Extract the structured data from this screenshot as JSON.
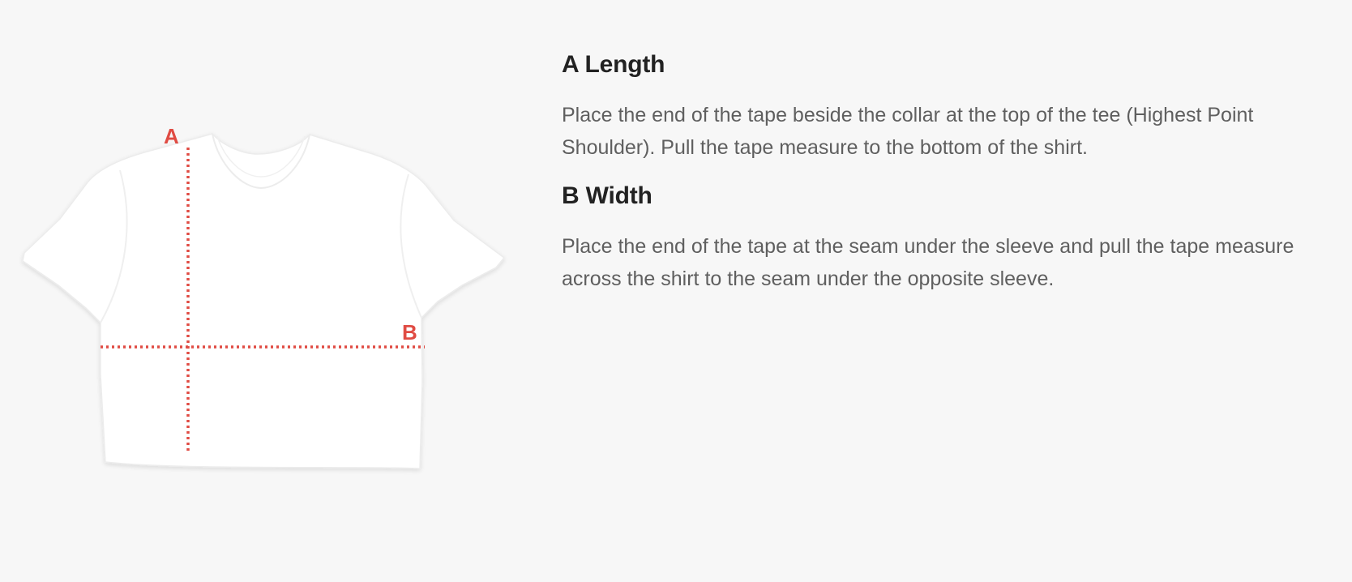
{
  "colors": {
    "background": "#f7f7f7",
    "heading": "#222222",
    "body_text": "#5f5f5f",
    "measure_line": "#e04b43",
    "garment": "#ffffff"
  },
  "diagram": {
    "garment_icon": "crop-tee-icon",
    "marker_a": "A",
    "marker_b": "B"
  },
  "sections": [
    {
      "heading": "A Length",
      "body": "Place the end of the tape beside the collar at the top of the tee (Highest Point Shoulder). Pull the tape measure to the bottom of the shirt."
    },
    {
      "heading": "B Width",
      "body": "Place the end of the tape at the seam under the sleeve and pull the tape measure across the shirt to the seam under the opposite sleeve."
    }
  ]
}
